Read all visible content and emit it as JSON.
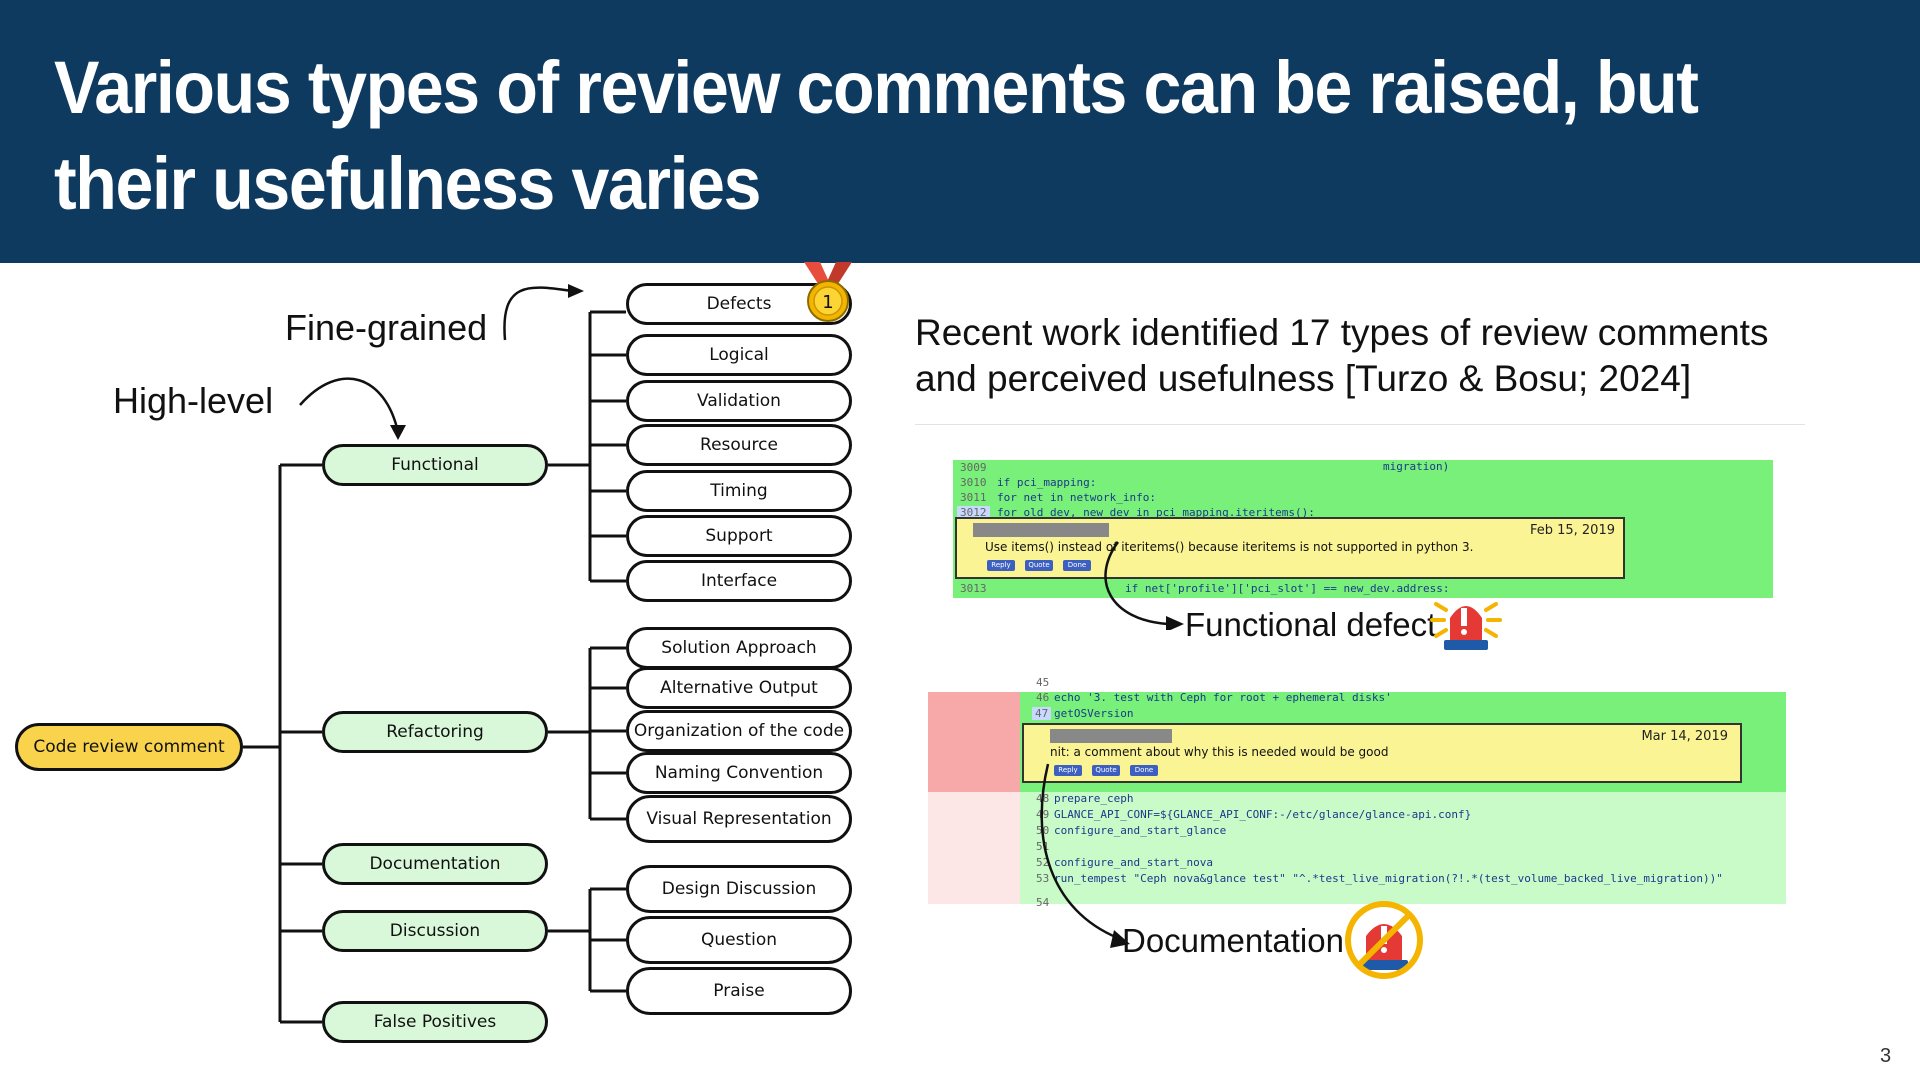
{
  "slide": {
    "title_line1": "Various types of review comments can be raised, but",
    "title_line2": "their usefulness varies",
    "page_number": "3",
    "header_color": "#0f3a5f"
  },
  "taxonomy": {
    "root": "Code review comment",
    "high_level_label": "High-level",
    "fine_grained_label": "Fine-grained",
    "categories": {
      "functional": "Functional",
      "refactoring": "Refactoring",
      "documentation": "Documentation",
      "discussion": "Discussion",
      "false_positives": "False Positives"
    },
    "functional_children": [
      "Defects",
      "Logical",
      "Validation",
      "Resource",
      "Timing",
      "Support",
      "Interface"
    ],
    "refactoring_children": [
      "Solution Approach",
      "Alternative Output",
      "Organization of the code",
      "Naming Convention",
      "Visual Representation"
    ],
    "discussion_children": [
      "Design Discussion",
      "Question",
      "Praise"
    ],
    "medal_number": "1"
  },
  "right_panel": {
    "text_line1": "Recent work identified 17 types of review comments",
    "text_line2": "and perceived usefulness [Turzo & Bosu; 2024]",
    "example1": {
      "lines": [
        {
          "num": "3009",
          "code": "migration)"
        },
        {
          "num": "3010",
          "code": "    if pci_mapping:"
        },
        {
          "num": "3011",
          "code": "        for net in network_info:"
        },
        {
          "num": "3012",
          "code": "            for old_dev, new_dev in pci_mapping.iteritems():"
        }
      ],
      "after_line": {
        "num": "3013",
        "code": "if net['profile']['pci_slot'] == new_dev.address:"
      },
      "comment_text": "Use items() instead of iteritems() because iteritems is not supported in python 3.",
      "comment_date": "Feb 15, 2019",
      "buttons": [
        "Reply",
        "Quote",
        "Done"
      ],
      "label": "Functional defect"
    },
    "example2": {
      "top_lines": [
        {
          "num": "45",
          "code": ""
        },
        {
          "num": "46",
          "code": "echo '3. test with Ceph for root + ephemeral disks'"
        },
        {
          "num": "47",
          "code": "getOSVersion"
        }
      ],
      "bottom_lines": [
        {
          "num": "48",
          "code": "prepare_ceph"
        },
        {
          "num": "49",
          "code": "GLANCE_API_CONF=${GLANCE_API_CONF:-/etc/glance/glance-api.conf}"
        },
        {
          "num": "50",
          "code": "configure_and_start_glance"
        },
        {
          "num": "51",
          "code": ""
        },
        {
          "num": "52",
          "code": "configure_and_start_nova"
        },
        {
          "num": "53",
          "code": "run_tempest \"Ceph nova&glance test\" \"^.*test_live_migration(?!.*(test_volume_backed_live_migration))\""
        },
        {
          "num": "54",
          "code": ""
        }
      ],
      "comment_text": "nit: a comment about why this is needed would be good",
      "comment_date": "Mar 14, 2019",
      "buttons": [
        "Reply",
        "Quote",
        "Done"
      ],
      "label": "Documentation"
    }
  }
}
